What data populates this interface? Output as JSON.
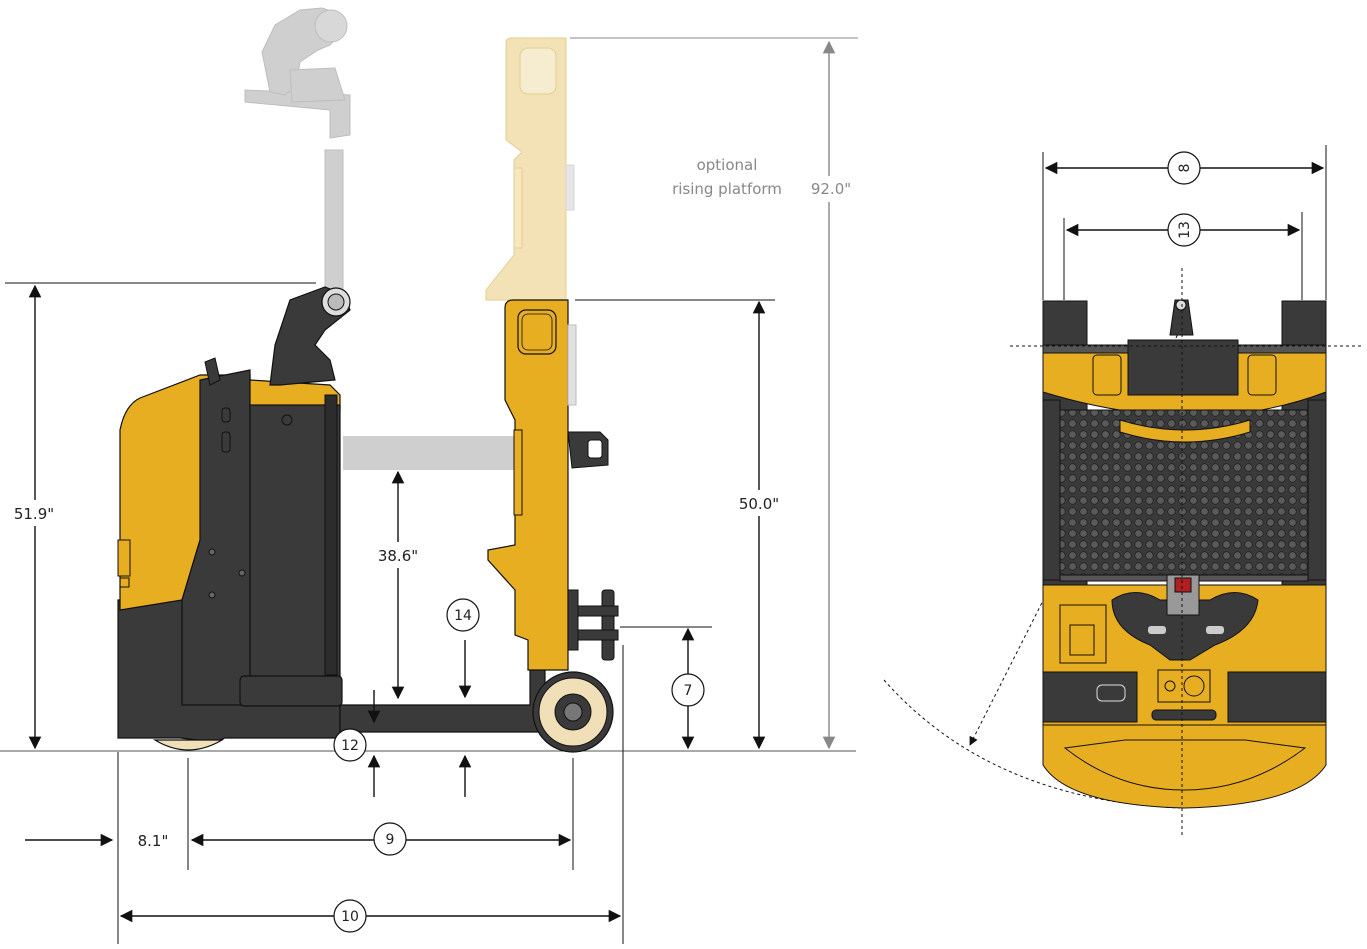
{
  "side_view": {
    "dimensions": {
      "overall_height": "51.9\"",
      "platform_height": "38.6\"",
      "tower_height": "50.0\"",
      "raised_height": "92.0\"",
      "rear_overhang": "8.1\""
    },
    "callouts": [
      "14",
      "7",
      "12",
      "9",
      "10"
    ],
    "optional_label_line1": "optional",
    "optional_label_line2": "rising platform"
  },
  "top_view": {
    "callouts": [
      "8",
      "13"
    ]
  },
  "colors": {
    "body_yellow": "#E8AE22",
    "body_dark": "#3A3A3A",
    "ghost_grey": "#C9C9C9",
    "ghost_yellow": "#F3E2B5",
    "dimension_line": "#111111",
    "raised_arrow": "#888888"
  }
}
